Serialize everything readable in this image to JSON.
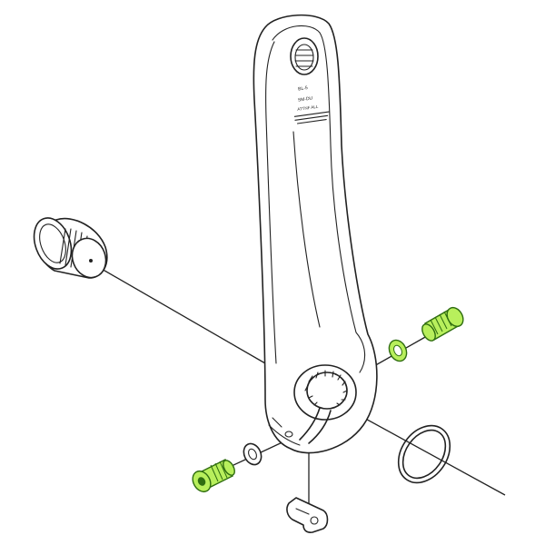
{
  "diagram": {
    "labels": [
      "BL-5",
      "SM-DU",
      "ATTNF ALL"
    ]
  },
  "colors": {
    "line": "#222222",
    "highlight_fill": "#b8ef5c",
    "highlight_stroke": "#2f6d10",
    "background": "#ffffff"
  },
  "parts": [
    {
      "name": "crank-arm",
      "highlighted": false
    },
    {
      "name": "crank-bolt-cap",
      "highlighted": false
    },
    {
      "name": "pinch-bolt-upper",
      "highlighted": true
    },
    {
      "name": "washer-upper",
      "highlighted": true
    },
    {
      "name": "pinch-bolt-lower",
      "highlighted": true
    },
    {
      "name": "washer-lower",
      "highlighted": false
    },
    {
      "name": "o-ring",
      "highlighted": false
    },
    {
      "name": "safety-plate",
      "highlighted": false
    }
  ]
}
